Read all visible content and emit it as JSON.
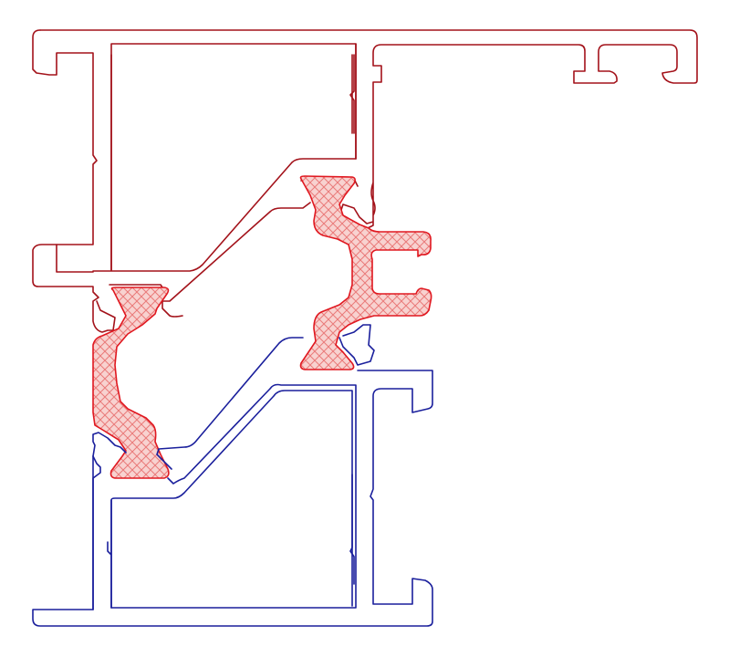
{
  "diagram": {
    "kind": "aluminium-window-frame-cross-section",
    "components": [
      {
        "id": "outer-profile",
        "color": "#a3121a",
        "label": ""
      },
      {
        "id": "inner-profile",
        "color": "#1a1f9c",
        "label": ""
      },
      {
        "id": "thermal-barrier-strip",
        "color": "#e01820",
        "fill": "#f6c9c8",
        "hatch": "#ea6a6a",
        "label": ""
      }
    ]
  }
}
